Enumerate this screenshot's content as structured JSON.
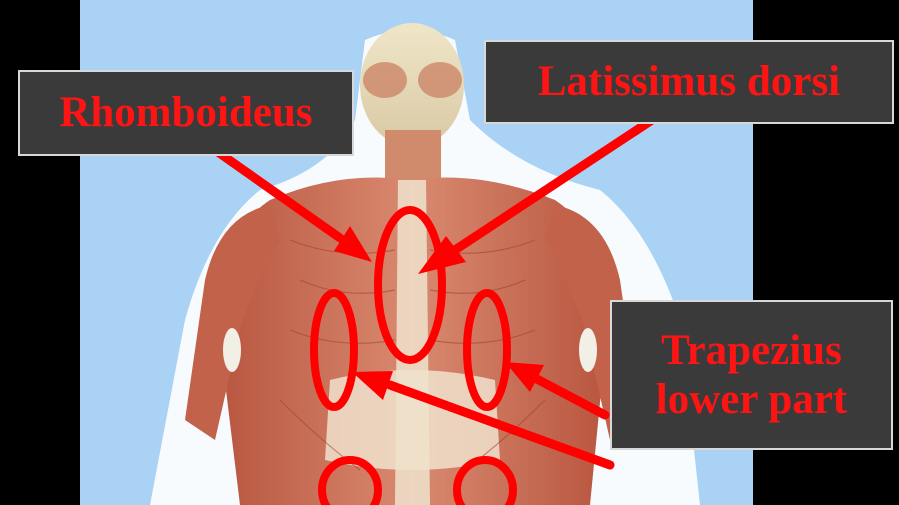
{
  "labels": {
    "rhomboideus": "Rhomboideus",
    "latissimus": "Latissimus dorsi",
    "trapezius_line1": "Trapezius",
    "trapezius_line2": "lower part"
  },
  "colors": {
    "background": "#000000",
    "panel": "#a9d2f5",
    "highlight": "#ff0000",
    "label_text": "#ff1414",
    "label_box": "#3a3a3a"
  },
  "icons": {
    "figure": "muscle-back-anatomy-icon"
  }
}
